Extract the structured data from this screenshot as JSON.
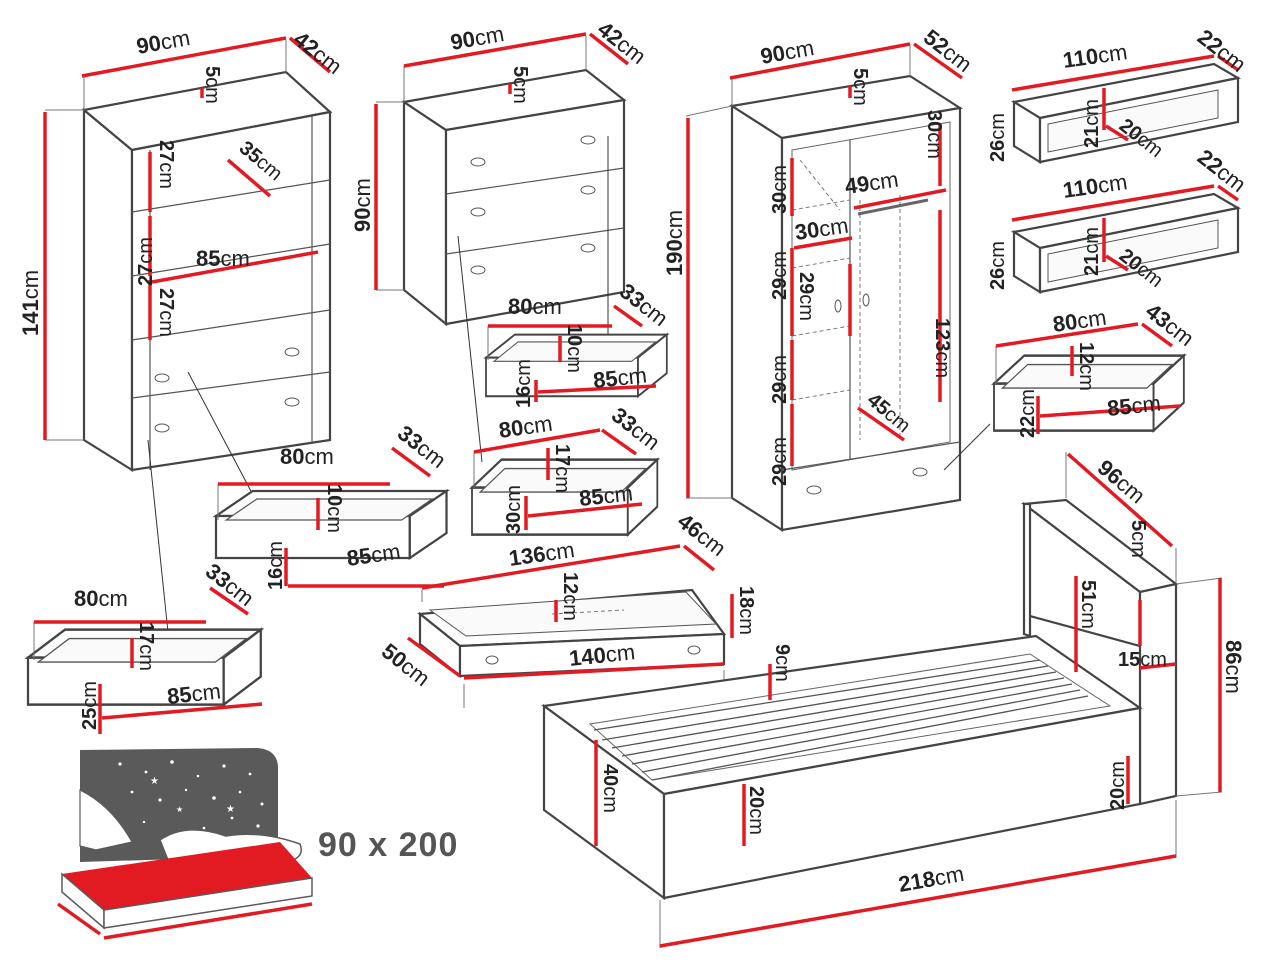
{
  "unit": "cm",
  "colors": {
    "dimension_line": "#e21b23",
    "outline": "#444444",
    "text": "#222222",
    "icon_gray": "#5a5a5a",
    "mattress": "#e21b23"
  },
  "bookcase": {
    "width": "90",
    "depth": "42",
    "top_thickness": "5",
    "height": "141",
    "shelf_gap_1": "27",
    "shelf_gap_2": "27",
    "shelf_gap_3": "27",
    "shelf_depth": "35",
    "inner_width": "85"
  },
  "bookcase_drawer_a": {
    "width": "80",
    "depth": "33",
    "inner_height": "10",
    "front_height": "16",
    "inner_width": "85"
  },
  "bookcase_drawer_b": {
    "width": "80",
    "depth": "33",
    "inner_height": "17",
    "front_height": "25",
    "inner_width": "85"
  },
  "chest": {
    "width": "90",
    "depth": "42",
    "top_thickness": "5",
    "height": "90"
  },
  "chest_drawer_a": {
    "width": "80",
    "depth": "33",
    "inner_height": "10",
    "front_height": "16",
    "inner_width": "85"
  },
  "chest_drawer_b": {
    "width": "80",
    "depth": "33",
    "inner_height": "17",
    "front_height": "30",
    "inner_width": "85"
  },
  "wardrobe": {
    "width": "90",
    "depth": "52",
    "top_thickness": "5",
    "height": "190",
    "top_compartment": "30",
    "rail_width": "49",
    "shelf_width": "30",
    "shelf_gap_1": "30",
    "shelf_gap_2": "29",
    "shelf_gap_3": "29",
    "shelf_gap_4": "29",
    "shelf_gap_5": "29",
    "hanging_height": "123",
    "inner_depth": "45"
  },
  "wardrobe_drawer": {
    "width": "80",
    "depth": "43",
    "inner_height": "12",
    "front_height": "22",
    "inner_width": "85"
  },
  "shelf_upper": {
    "width": "110",
    "depth": "22",
    "height": "26",
    "inner_height": "21",
    "inner_depth": "20"
  },
  "shelf_lower": {
    "width": "110",
    "depth": "22",
    "height": "26",
    "inner_height": "21",
    "inner_depth": "20"
  },
  "bed_drawer": {
    "width": "136",
    "depth": "46",
    "outer_width": "140",
    "outer_depth": "50",
    "inner_height": "12",
    "height": "18"
  },
  "bed": {
    "length": "218",
    "width": "96",
    "headboard_height": "86",
    "headboard_thickness": "15",
    "headboard_top": "5",
    "headboard_inner": "51",
    "side_height": "40",
    "slat_depth": "9",
    "frame_height": "20",
    "foot_height": "20"
  },
  "mattress_size": {
    "label": "90 x 200"
  }
}
